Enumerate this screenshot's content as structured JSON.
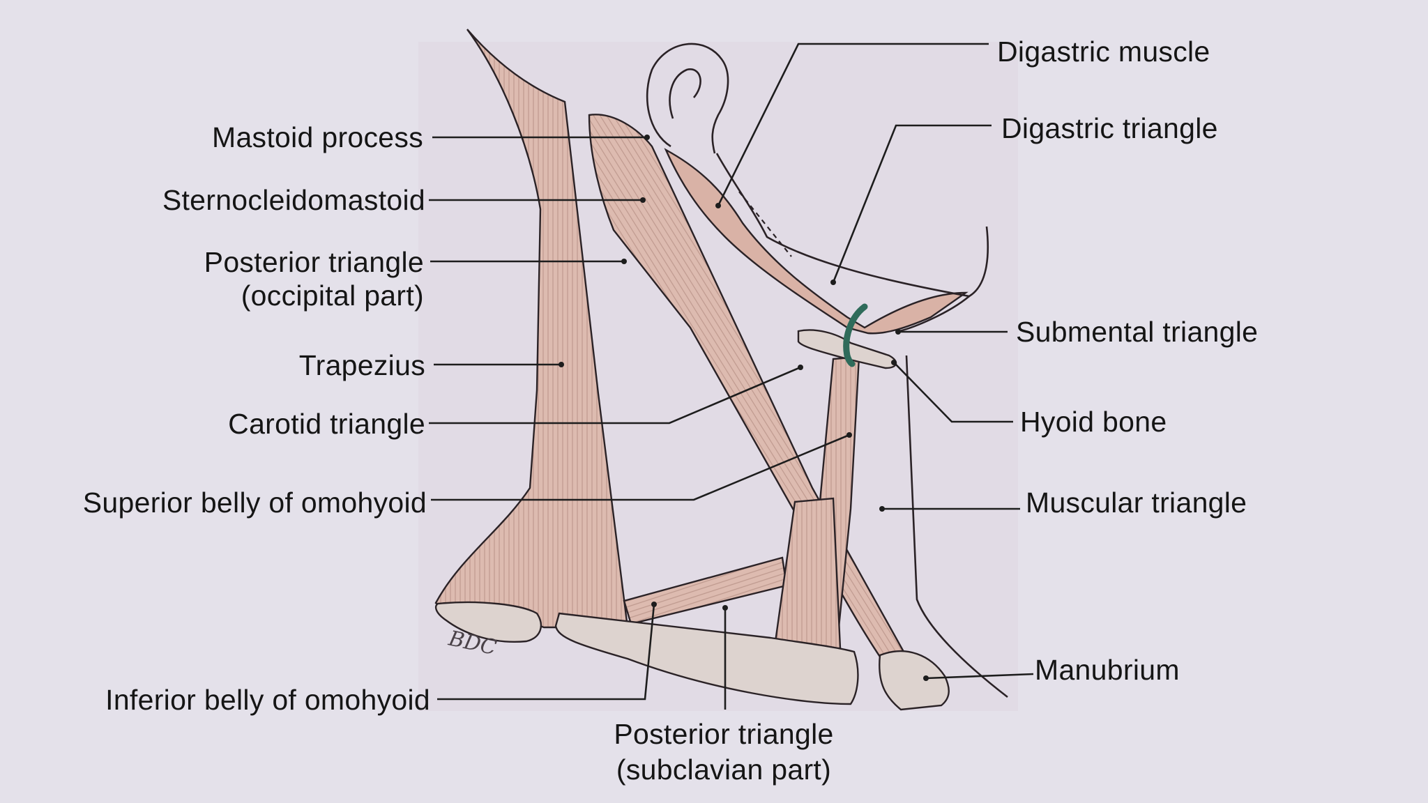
{
  "labels": {
    "digastric_muscle": "Digastric muscle",
    "digastric_triangle": "Digastric triangle",
    "mastoid_process": "Mastoid process",
    "sternocleidomastoid": "Sternocleidomastoid",
    "posterior_triangle_occipital_1": "Posterior triangle",
    "posterior_triangle_occipital_2": "(occipital part)",
    "trapezius": "Trapezius",
    "carotid_triangle": "Carotid triangle",
    "superior_belly_omohyoid": "Superior belly of omohyoid",
    "submental_triangle": "Submental triangle",
    "hyoid_bone": "Hyoid bone",
    "muscular_triangle": "Muscular triangle",
    "manubrium": "Manubrium",
    "inferior_belly_omohyoid": "Inferior belly of omohyoid",
    "posterior_triangle_subclavian_1": "Posterior triangle",
    "posterior_triangle_subclavian_2": "(subclavian part)"
  },
  "signature": "BDC",
  "colors": {
    "background": "#e4e1ea",
    "muscle": "#ddbbb0",
    "muscle_striation": "#b08a80",
    "bone": "#ddd3cf",
    "hyoid_ring": "#2f6b5a",
    "text": "#151515"
  }
}
